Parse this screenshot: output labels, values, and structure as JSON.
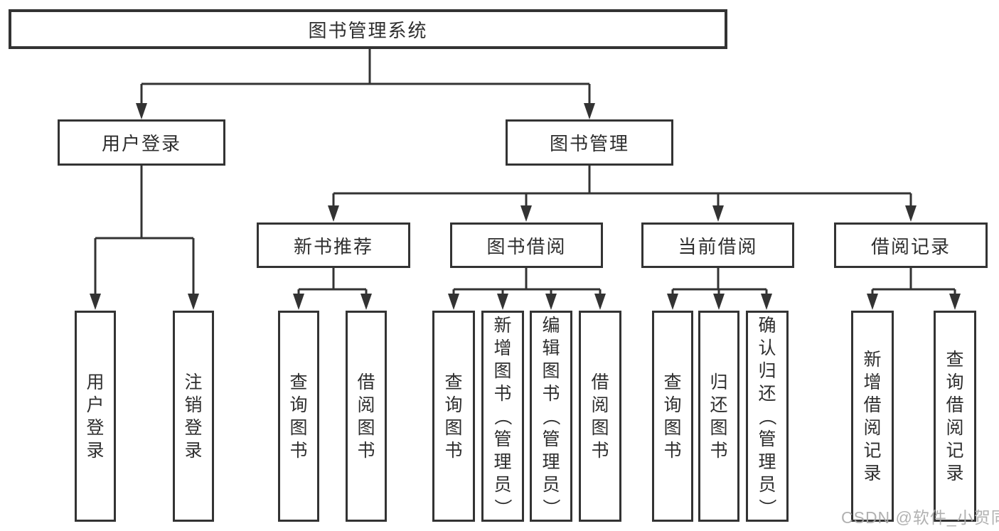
{
  "diagram": {
    "root": {
      "label": "图书管理系统"
    },
    "level2": {
      "user_login": {
        "label": "用户登录"
      },
      "book_management": {
        "label": "图书管理"
      }
    },
    "level3": {
      "new_book_rec": {
        "label": "新书推荐"
      },
      "book_borrow": {
        "label": "图书借阅"
      },
      "current_borrow": {
        "label": "当前借阅"
      },
      "borrow_records": {
        "label": "借阅记录"
      }
    },
    "leaves": {
      "login": {
        "label": "用户登录"
      },
      "logout": {
        "label": "注销登录"
      },
      "rec_query_book": {
        "label": "查询图书"
      },
      "rec_borrow_book": {
        "label": "借阅图书"
      },
      "bb_query_book": {
        "label": "查询图书"
      },
      "bb_add_book": {
        "label": "新增图书（管理员）"
      },
      "bb_edit_book": {
        "label": "编辑图书（管理员）"
      },
      "bb_borrow_book": {
        "label": "借阅图书"
      },
      "cur_query_book": {
        "label": "查询图书"
      },
      "cur_return_book": {
        "label": "归还图书"
      },
      "cur_confirm_return": {
        "label": "确认归还（管理员）"
      },
      "log_add_record": {
        "label": "新增借阅记录"
      },
      "log_query_record": {
        "label": "查询借阅记录"
      }
    },
    "colors": {
      "line": "#333333",
      "text": "#2e2e2e",
      "watermark": "#a8a8a8",
      "background": "#ffffff"
    }
  },
  "watermark": {
    "text": "CSDN @软件_小贺同学"
  }
}
